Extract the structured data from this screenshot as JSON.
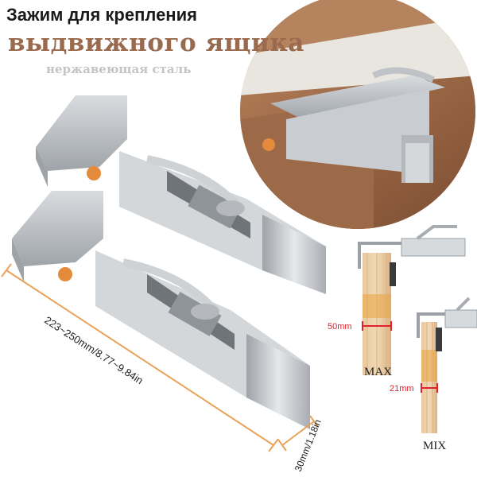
{
  "header": {
    "title_line1": "Зажим для крепления",
    "title_line2": "выдвижного ящика",
    "title_line3": "нержавеющая сталь"
  },
  "dimensions": {
    "length": "223~250mm/8.77~9.84in",
    "width": "30mm/1.18in"
  },
  "diagrams": {
    "max_thickness": "50mm",
    "max_label": "MAX",
    "min_thickness": "21mm",
    "min_label": "MIX"
  },
  "colors": {
    "accent_brown": "#9a6a4e",
    "dimension_orange": "#e8a25a",
    "measure_red": "#e0222c",
    "steel": "#c9ccd0"
  }
}
